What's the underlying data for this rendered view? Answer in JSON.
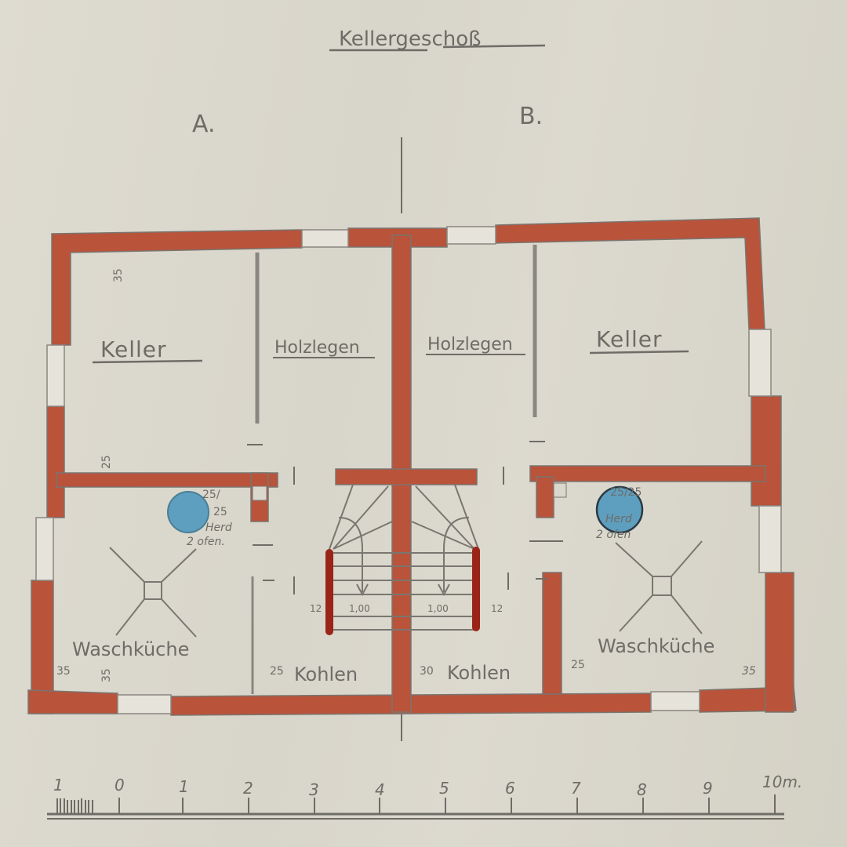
{
  "title": "Kellergeschoß",
  "sections": {
    "left": "A.",
    "right": "B."
  },
  "rooms": {
    "left": {
      "keller": "Keller",
      "holzlegen": "Holzlegen",
      "waschkueche": "Waschküche",
      "kohlen": "Kohlen"
    },
    "right": {
      "keller": "Keller",
      "holzlegen": "Holzlegen",
      "waschkueche": "Waschküche",
      "kohlen": "Kohlen"
    }
  },
  "annotations": {
    "left_chimney": [
      "25/",
      "25",
      "Herd",
      "2 ofen."
    ],
    "right_chimney": [
      "25/25",
      "Herd",
      "2 ofen"
    ],
    "stair_left_width": "1,00",
    "stair_right_width": "1,00",
    "stair_left_offset": "12",
    "stair_right_offset": "12",
    "wall_thickness": {
      "left_top": "35",
      "left_mid": "25",
      "left_bottom_a": "35",
      "left_bottom_b": "35",
      "left_kohlen": "25",
      "right_kohlen_a": "30",
      "right_kohlen_b": "25",
      "right_bottom": "35"
    }
  },
  "scale_bar": {
    "labels": [
      "1",
      "0",
      "1",
      "2",
      "3",
      "4",
      "5",
      "6",
      "7",
      "8",
      "9",
      "10m."
    ],
    "unit": "m"
  },
  "colors": {
    "wall": "#b9533a",
    "wall_dark": "#a23e2c",
    "stair_post": "#9a2418",
    "chimney_marker": "#5e9fbf",
    "ink": "#6e6c66",
    "paper": "#dad7cc"
  }
}
